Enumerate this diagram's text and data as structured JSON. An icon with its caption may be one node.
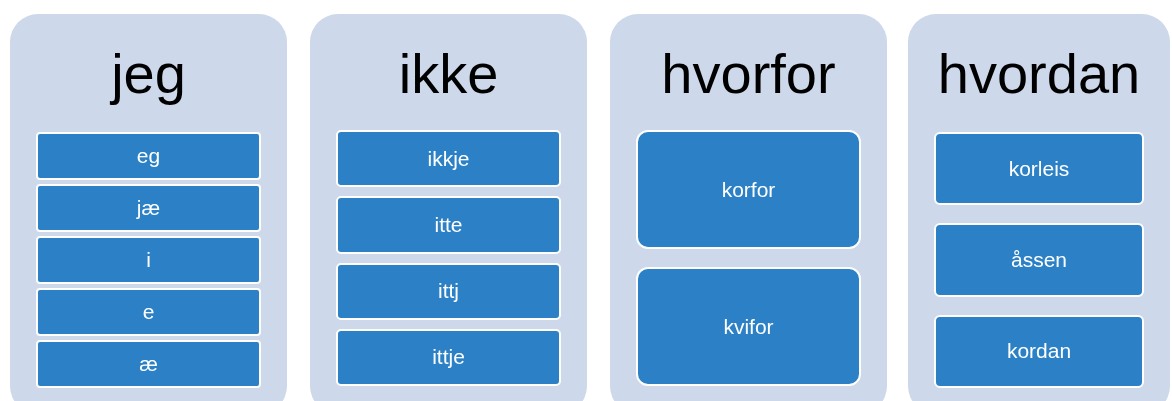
{
  "diagram": {
    "nodes": [
      {
        "text": [
          "jeg"
        ]
      },
      {
        "text": [
          "eg"
        ],
        "in": 0
      },
      {
        "text": [
          "jæ"
        ],
        "in": 0
      },
      {
        "text": [
          "i"
        ],
        "in": 0
      },
      {
        "text": [
          "e"
        ],
        "in": 0
      },
      {
        "text": [
          "æ"
        ],
        "in": 0
      },
      {
        "text": [
          "ikke"
        ]
      },
      {
        "text": [
          "ikkje"
        ],
        "in": 6
      },
      {
        "text": [
          "itte"
        ],
        "in": 6
      },
      {
        "text": [
          "ittj"
        ],
        "in": 6
      },
      {
        "text": [
          "ittje"
        ],
        "in": 6
      },
      {
        "text": [
          "hvorfor"
        ]
      },
      {
        "text": [
          "korfor"
        ],
        "in": 11
      },
      {
        "text": [
          "kvifor"
        ],
        "in": 11
      },
      {
        "text": [
          "hvordan"
        ]
      },
      {
        "text": [
          "korleis"
        ],
        "in": 14
      },
      {
        "text": [
          "åssen"
        ],
        "in": 14
      },
      {
        "text": [
          "kordan"
        ],
        "in": 14
      }
    ]
  }
}
